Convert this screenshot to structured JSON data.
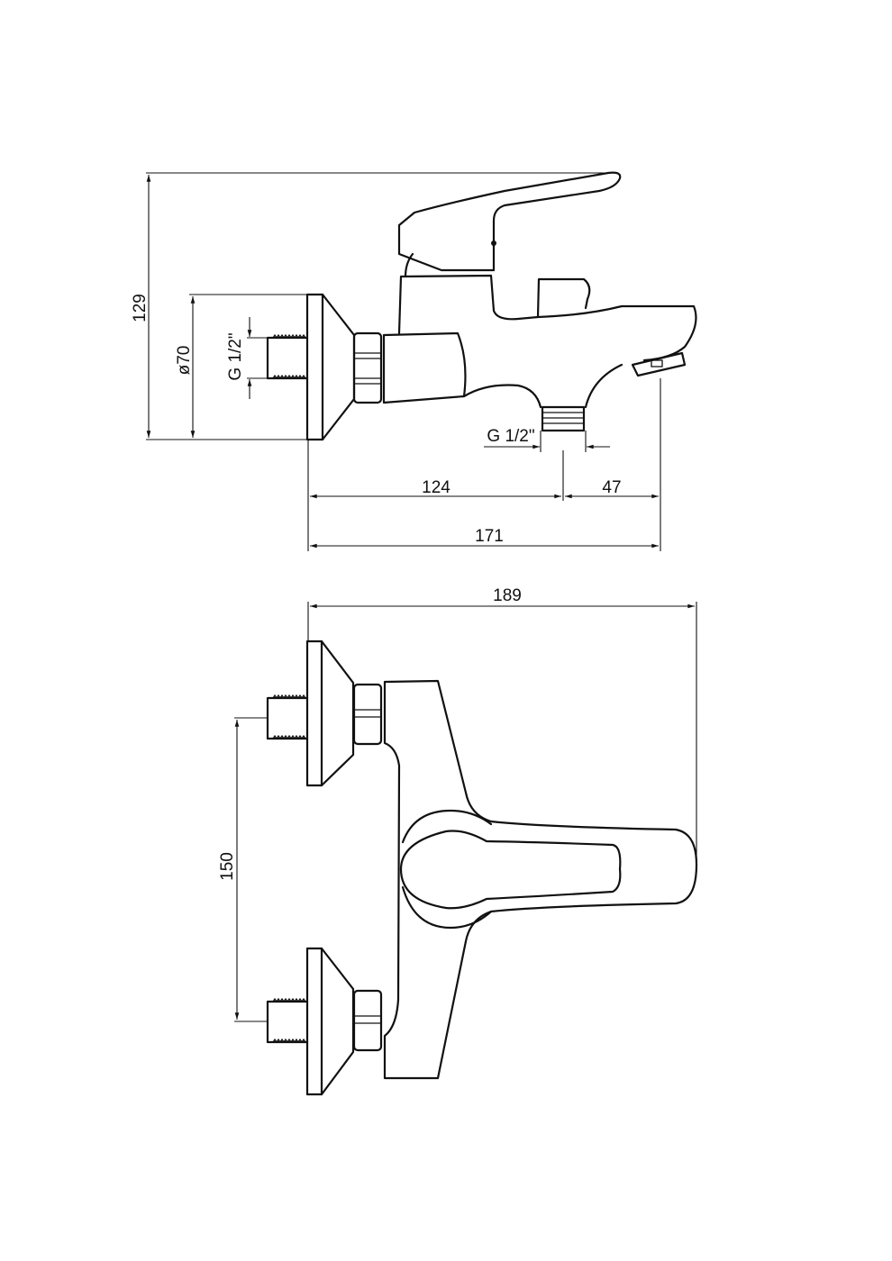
{
  "side_view": {
    "dimensions": {
      "height": "129",
      "rosette_diameter": "ø70",
      "inlet_thread": "G 1/2\"",
      "outlet_thread": "G 1/2\"",
      "wall_to_outlet": "124",
      "outlet_to_spout": "47",
      "wall_to_spout": "171"
    }
  },
  "top_view": {
    "dimensions": {
      "total_depth": "189",
      "inlet_spacing": "150"
    }
  },
  "colors": {
    "line": "#111111",
    "background": "#ffffff"
  }
}
